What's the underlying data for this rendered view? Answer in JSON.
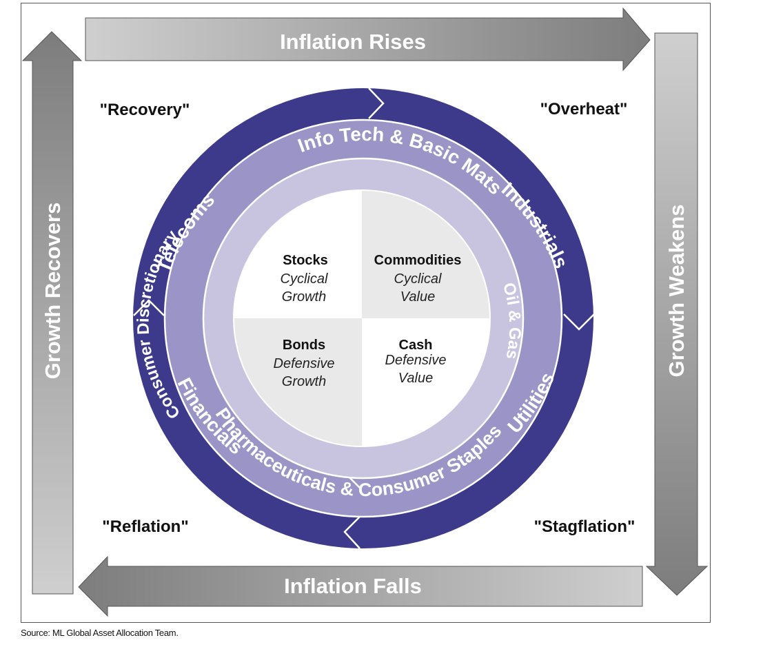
{
  "arrows": {
    "top": "Inflation Rises",
    "right": "Growth Weakens",
    "bottom": "Inflation Falls",
    "left": "Growth Recovers"
  },
  "phases": {
    "top_left": "\"Recovery\"",
    "top_right": "\"Overheat\"",
    "bottom_left": "\"Reflation\"",
    "bottom_right": "\"Stagflation\""
  },
  "outer_ring": {
    "telecoms": "Telecoms",
    "industrials": "Industrials",
    "utilities": "Utilities",
    "financials": "Financials"
  },
  "middle_ring": {
    "info_tech": "Info Tech & Basic Mats",
    "pharma": "Pharmaceuticals & Consumer Staples"
  },
  "inner_ring": {
    "consumer_disc": "Consumer Discretionary",
    "oil_gas": "Oil & Gas"
  },
  "quadrants": {
    "stocks": {
      "title": "Stocks",
      "line1": "Cyclical",
      "line2": "Growth"
    },
    "commodities": {
      "title": "Commodities",
      "line1": "Cyclical",
      "line2": "Value"
    },
    "bonds": {
      "title": "Bonds",
      "line1": "Defensive",
      "line2": "Growth"
    },
    "cash": {
      "title": "Cash",
      "line1": "Defensive",
      "line2": "Value"
    }
  },
  "colors": {
    "outer_ring": "#3d3a8c",
    "middle_ring": "#9a95c6",
    "inner_ring": "#c8c4e0",
    "quad_grey": "#e9e9e9"
  },
  "source": "Source: ML Global Asset Allocation Team."
}
